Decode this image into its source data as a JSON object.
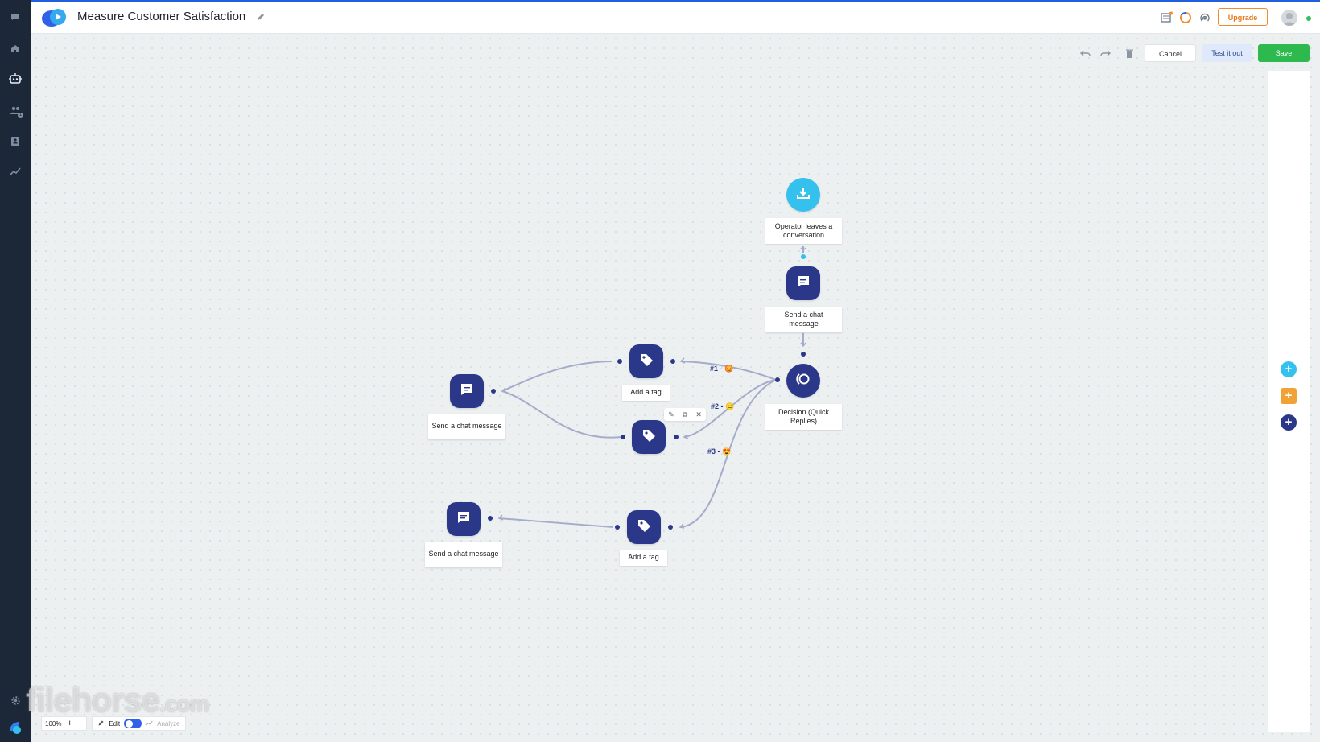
{
  "app": {
    "title": "Measure Customer Satisfaction",
    "accent_color": "#2b3788",
    "trigger_color": "#35c1ee"
  },
  "sidebar": {
    "items": [
      {
        "icon": "chat-bubble-icon"
      },
      {
        "icon": "home-icon"
      },
      {
        "icon": "bot-icon",
        "active": true
      },
      {
        "icon": "visitors-icon",
        "badge": "1"
      },
      {
        "icon": "contacts-icon"
      },
      {
        "icon": "analytics-icon"
      }
    ],
    "bottom": [
      {
        "icon": "settings-icon"
      },
      {
        "icon": "brand-logo-icon"
      }
    ]
  },
  "header": {
    "icons": [
      "news-icon",
      "status-ring-icon",
      "broadcast-icon"
    ],
    "upgrade_label": "Upgrade"
  },
  "toolbar": {
    "undo": "undo-icon",
    "redo": "redo-icon",
    "delete": "trash-icon",
    "cancel_label": "Cancel",
    "test_label": "Test it out",
    "save_label": "Save"
  },
  "right_panel": {
    "buttons": [
      {
        "name": "add-trigger",
        "color": "#35c1ee",
        "symbol": "+"
      },
      {
        "name": "add-condition",
        "color": "#f0a334",
        "symbol": "+"
      },
      {
        "name": "add-action",
        "color": "#2b3788",
        "symbol": "+"
      }
    ]
  },
  "nodes": [
    {
      "id": "trigger",
      "label": "Operator leaves a conversation",
      "icon": "download-icon"
    },
    {
      "id": "msg-top",
      "label": "Send a chat message",
      "icon": "message-icon"
    },
    {
      "id": "decision",
      "label": "Decision (Quick Replies)",
      "icon": "decision-icon"
    },
    {
      "id": "tag-1",
      "label": "Add a tag",
      "icon": "tag-icon"
    },
    {
      "id": "tag-2",
      "label": "",
      "icon": "tag-icon"
    },
    {
      "id": "tag-3",
      "label": "Add a tag",
      "icon": "tag-icon"
    },
    {
      "id": "msg-left",
      "label": "Send a chat message",
      "icon": "message-icon"
    },
    {
      "id": "msg-bottom",
      "label": "Send a chat message",
      "icon": "message-icon"
    }
  ],
  "edges": [
    {
      "label": "#1 -",
      "emoji": "😡"
    },
    {
      "label": "#2 -",
      "emoji": "😐"
    },
    {
      "label": "#3 -",
      "emoji": "😍"
    }
  ],
  "node_tools": [
    "edit-icon",
    "duplicate-icon",
    "close-icon"
  ],
  "bottom_bar": {
    "zoom": "100%",
    "zoom_in": "+",
    "zoom_out": "−",
    "edit_label": "Edit",
    "analyze_label": "Analyze"
  },
  "watermark": {
    "text": "filehorse",
    "suffix": ".com"
  }
}
